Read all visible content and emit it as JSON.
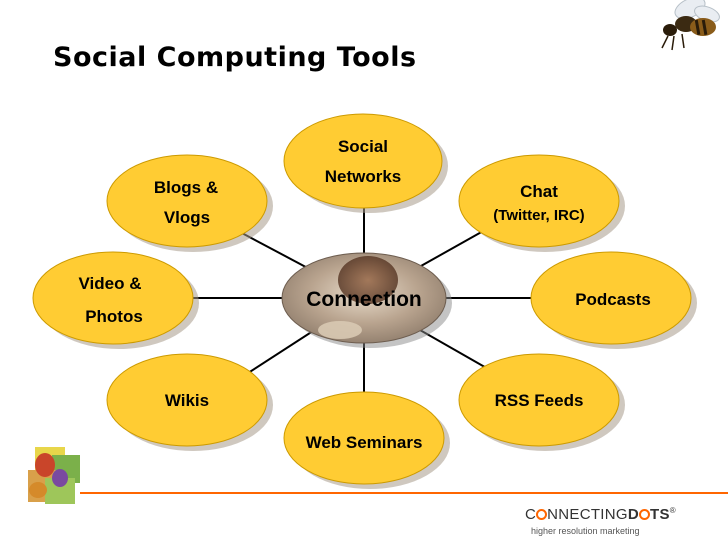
{
  "title": "Social Computing Tools",
  "center": {
    "label": "Connection"
  },
  "nodes": [
    {
      "id": "social-networks",
      "lines": [
        "Social",
        "Networks"
      ]
    },
    {
      "id": "chat",
      "lines": [
        "Chat",
        "(Twitter, IRC)"
      ]
    },
    {
      "id": "podcasts",
      "lines": [
        "Podcasts"
      ]
    },
    {
      "id": "rss-feeds",
      "lines": [
        "RSS Feeds"
      ]
    },
    {
      "id": "web-seminars",
      "lines": [
        "Web Seminars"
      ]
    },
    {
      "id": "wikis",
      "lines": [
        "Wikis"
      ]
    },
    {
      "id": "video-photos",
      "lines": [
        "Video &",
        "Photos"
      ]
    },
    {
      "id": "blogs-vlogs",
      "lines": [
        "Blogs &",
        "Vlogs"
      ]
    }
  ],
  "logo": {
    "brand_part1": "C",
    "brand_part2": "NNECTING",
    "brand_part3": "D",
    "brand_part4": "TS",
    "trademark": "®",
    "tagline": "higher resolution marketing"
  },
  "colors": {
    "node_fill": "#ffcc33",
    "node_stroke": "#cc9a00",
    "accent": "#ff6600",
    "connector": "#000000"
  }
}
